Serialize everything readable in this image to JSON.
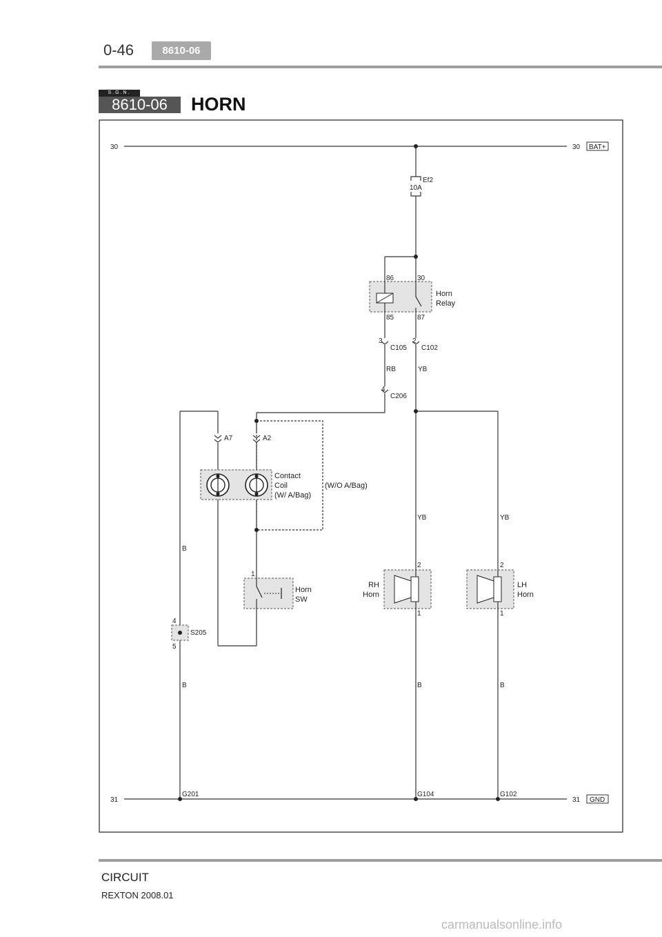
{
  "header": {
    "page_number": "0-46",
    "code_tab": "8610-06"
  },
  "section": {
    "sgn": "S.G.N.",
    "code": "8610-06",
    "title": "HORN"
  },
  "diagram": {
    "bat_left": "30",
    "bat_right": "30",
    "bat_tag": "BAT+",
    "gnd_left": "31",
    "gnd_right": "31",
    "gnd_tag": "GND",
    "fuse_name": "Ef2",
    "fuse_rating": "10A",
    "relay_pin_86": "86",
    "relay_pin_30": "30",
    "relay_pin_85": "85",
    "relay_pin_87": "87",
    "relay_label_1": "Horn",
    "relay_label_2": "Relay",
    "c105_pin": "3",
    "c105": "C105",
    "c102_pin": "2",
    "c102": "C102",
    "wire_rb": "RB",
    "wire_yb_1": "YB",
    "c206_pin": "4",
    "c206": "C206",
    "a7": "A7",
    "a2": "A2",
    "contact_1": "Contact",
    "contact_2": "Coil",
    "contact_3": "(W/ A/Bag)",
    "wo_airbag": "(W/O A/Bag)",
    "wire_yb_2": "YB",
    "wire_yb_3": "YB",
    "wire_b_left": "B",
    "horn_sw_pin": "1",
    "horn_sw_1": "Horn",
    "horn_sw_2": "SW",
    "rh_pin_2": "2",
    "rh_pin_1": "1",
    "rh_1": "RH",
    "rh_2": "Horn",
    "lh_pin_2": "2",
    "lh_pin_1": "1",
    "lh_1": "LH",
    "lh_2": "Horn",
    "s205_pin_4": "4",
    "s205_pin_5": "5",
    "s205": "S205",
    "wire_b_1": "B",
    "wire_b_2": "B",
    "wire_b_3": "B",
    "g201": "G201",
    "g104": "G104",
    "g102": "G102"
  },
  "footer": {
    "section": "CIRCUIT",
    "model": "REXTON 2008.01",
    "watermark": "carmanualsonline.info"
  }
}
